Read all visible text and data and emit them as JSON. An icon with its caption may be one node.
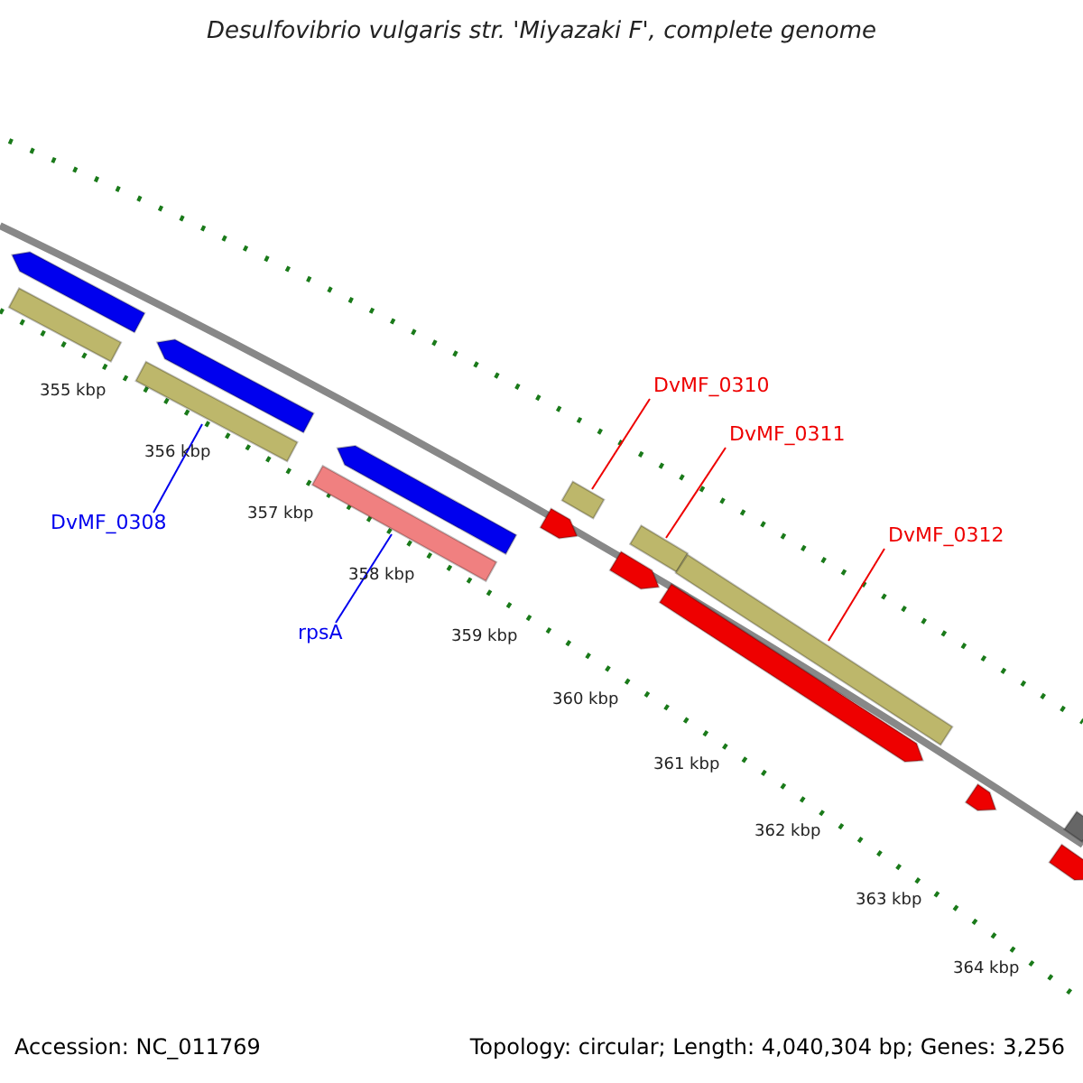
{
  "diagram": {
    "title": "Desulfovibrio vulgaris str. 'Miyazaki F', complete genome",
    "nodes": [
      {
        "text": [
          "DvMF_0308"
        ]
      },
      {
        "text": [],
        "shape": "bar"
      },
      {
        "text": [
          "rpsA"
        ]
      },
      {
        "text": [],
        "shape": "bar"
      },
      {
        "text": [
          "DvMF_0310"
        ]
      },
      {
        "text": [],
        "shape": "bar"
      },
      {
        "text": [
          "DvMF_0311"
        ]
      },
      {
        "text": [],
        "shape": "bar"
      },
      {
        "text": [
          "DvMF_0312"
        ]
      },
      {
        "text": [],
        "shape": "bar"
      }
    ],
    "edges": [
      {
        "from": 0,
        "to": 1,
        "arrow": "none",
        "color": "#0000ee"
      },
      {
        "from": 2,
        "to": 3,
        "arrow": "none",
        "color": "#0000ee"
      },
      {
        "from": 4,
        "to": 5,
        "arrow": "none"
      },
      {
        "from": 6,
        "to": 7,
        "arrow": "none"
      },
      {
        "from": 8,
        "to": 9,
        "arrow": "none"
      }
    ],
    "labels": [
      "355 kbp",
      "356 kbp",
      "357 kbp",
      "358 kbp",
      "359 kbp",
      "360 kbp",
      "361 kbp",
      "362 kbp",
      "363 kbp",
      "364 kbp",
      "Accession: NC_011769",
      "Topology: circular; Length: 4,040,304 bp; Genes: 3,256"
    ]
  }
}
